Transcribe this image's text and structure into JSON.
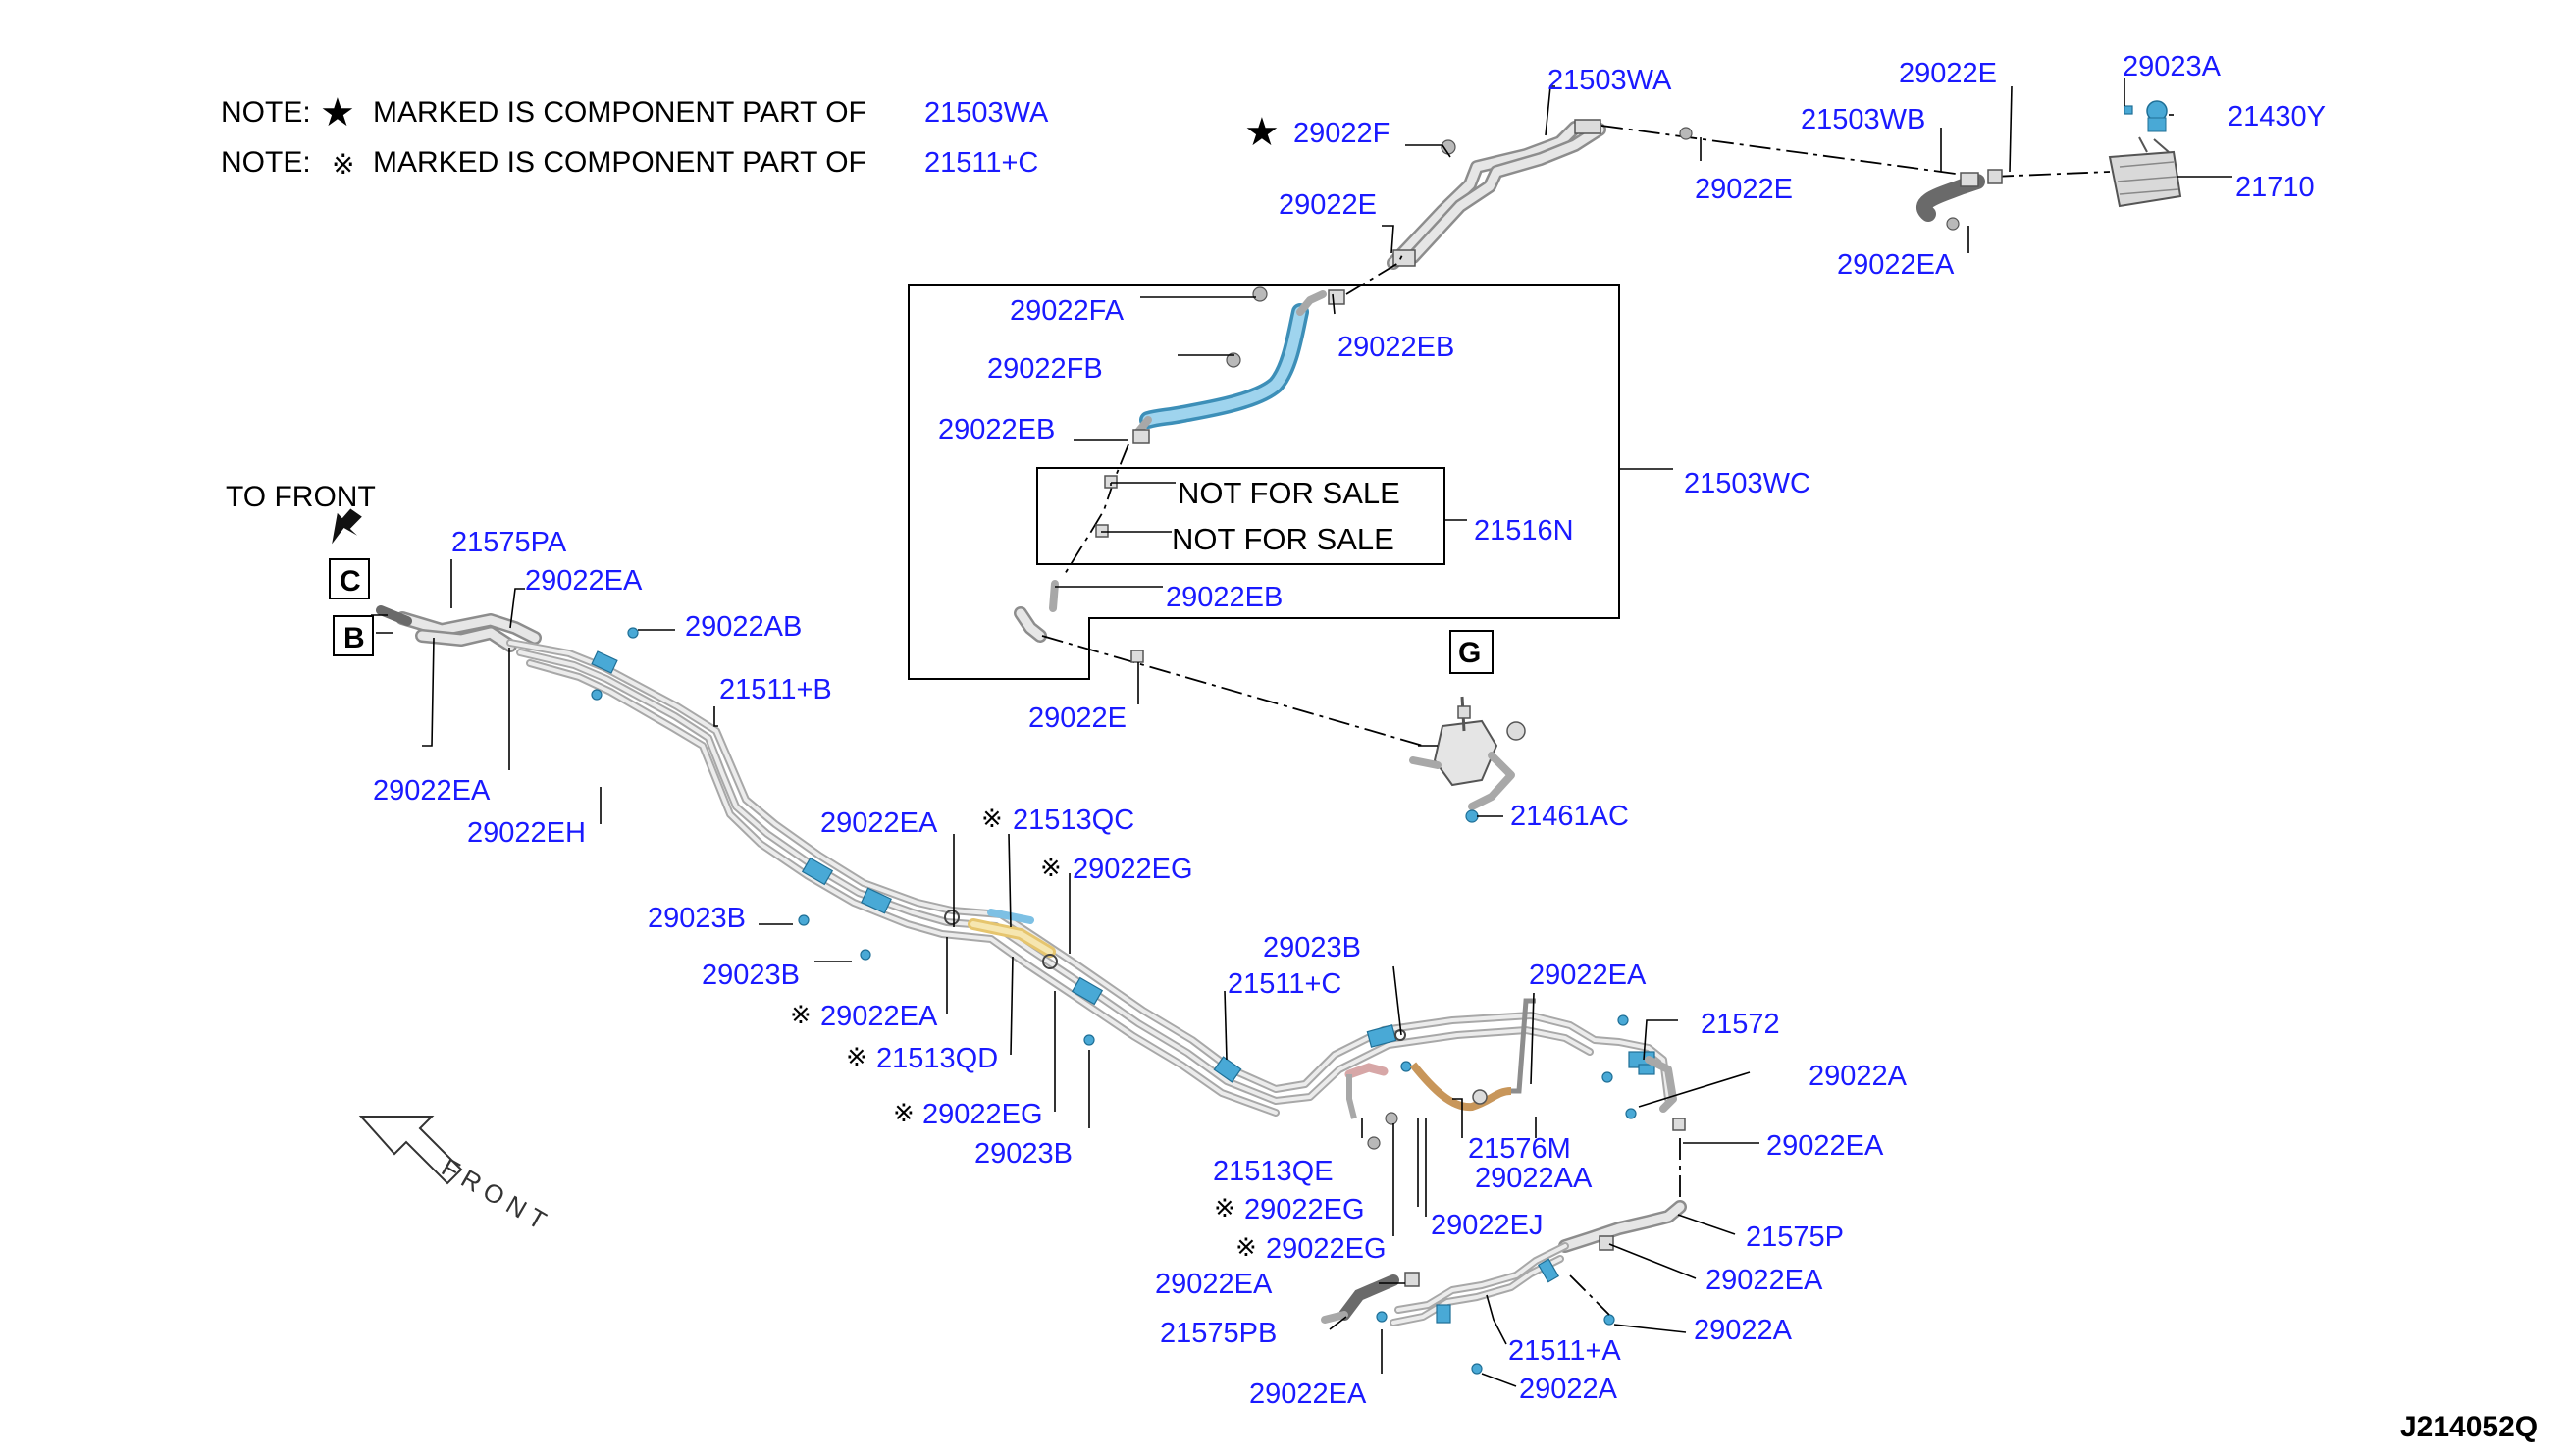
{
  "notes": [
    {
      "prefix": "NOTE:",
      "symbol": "★",
      "text": "MARKED IS COMPONENT PART OF",
      "part": "21503WA"
    },
    {
      "prefix": "NOTE:",
      "symbol": "※",
      "text": "MARKED IS COMPONENT PART OF",
      "part": "21511+C"
    }
  ],
  "direction": {
    "to_front": "TO FRONT",
    "front": "FRONT"
  },
  "reference_boxes": {
    "c": "C",
    "b": "B",
    "g": "G"
  },
  "not_for_sale": [
    "NOT FOR SALE",
    "NOT FOR SALE"
  ],
  "diagram_code": "J214052Q",
  "callouts": {
    "c21503WA": "21503WA",
    "c29022E_top": "29022E",
    "c29023A": "29023A",
    "c29022F": "29022F",
    "c21503WB": "21503WB",
    "c21430Y": "21430Y",
    "c29022E_mid": "29022E",
    "c21710": "21710",
    "c29022E_left": "29022E",
    "c29022EA_tr": "29022EA",
    "c29022FA": "29022FA",
    "c29022EB_a": "29022EB",
    "c29022FB": "29022FB",
    "c29022EB_b": "29022EB",
    "c21503WC": "21503WC",
    "c21516N": "21516N",
    "c29022EB_c": "29022EB",
    "c29022E_low": "29022E",
    "c21461AC": "21461AC",
    "c21575PA": "21575PA",
    "c29022EA_a": "29022EA",
    "c29022AB": "29022AB",
    "c21511B": "21511+B",
    "c29022EA_b": "29022EA",
    "c29022EH": "29022EH",
    "c29022EA_c": "29022EA",
    "c21513QC": "21513QC",
    "c29022EG_a": "29022EG",
    "c29023B_a": "29023B",
    "c29023B_b": "29023B",
    "c29022EA_d": "29022EA",
    "c21513QD": "21513QD",
    "c29022EG_b": "29022EG",
    "c29023B_c": "29023B",
    "c29023B_d": "29023B",
    "c21511C": "21511+C",
    "c29022EA_e": "29022EA",
    "c21572": "21572",
    "c29022A_a": "29022A",
    "c29022EA_f": "29022EA",
    "c21513QE": "21513QE",
    "c21576M": "21576M",
    "c29022AA": "29022AA",
    "c29022EG_c": "29022EG",
    "c29022EJ": "29022EJ",
    "c29022EG_d": "29022EG",
    "c21575P": "21575P",
    "c29022EA_g": "29022EA",
    "c29022EA_h": "29022EA",
    "c21575PB": "21575PB",
    "c21511A": "21511+A",
    "c29022A_b": "29022A",
    "c29022EA_i": "29022EA",
    "c29022A_c": "29022A"
  }
}
